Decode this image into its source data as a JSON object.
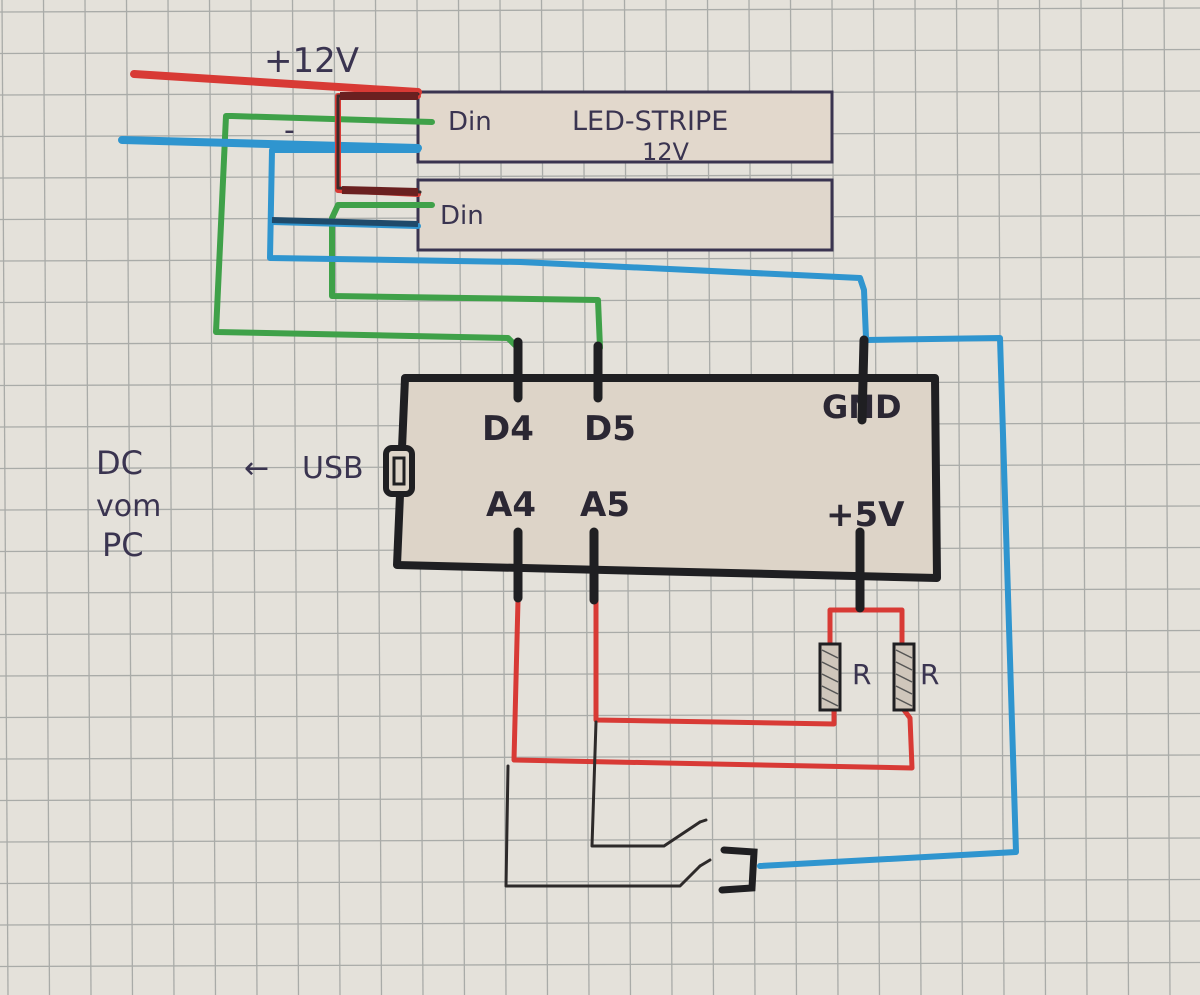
{
  "colors": {
    "paper": "#e4e1da",
    "grid": "#a9aba8",
    "red": "#d83a35",
    "blue": "#2f95cf",
    "green": "#3fa149",
    "black": "#1f1f22",
    "ink": "#3a3450",
    "board_fill": "#ded5c8"
  },
  "labels": {
    "plus_12v": "+12V",
    "minus": "-",
    "strip_din_1": "Din",
    "strip_title": "LED-STRIPE",
    "strip_voltage": "12V",
    "strip_din_2": "Din",
    "pin_d4": "D4",
    "pin_d5": "D5",
    "pin_gnd": "GND",
    "pin_a4": "A4",
    "pin_a5": "A5",
    "pin_5v": "+5V",
    "usb_arrow": "←",
    "usb": "USB",
    "dc_line1": "DC",
    "dc_line2": "vom",
    "dc_line3": "PC",
    "resistor_1": "R",
    "resistor_2": "R"
  }
}
